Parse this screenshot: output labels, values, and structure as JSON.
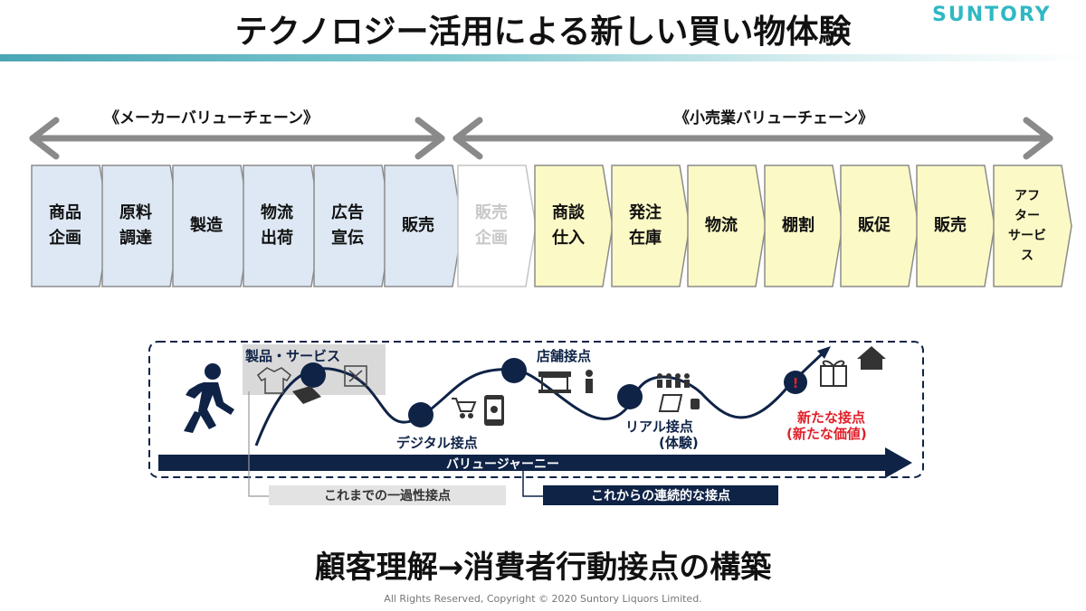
{
  "header": {
    "title": "テクノロジー活用による新しい買い物体験",
    "logo": "SUNTORY"
  },
  "maker_chain": {
    "label": "《メーカーバリューチェーン》",
    "steps": [
      "商品\n企画",
      "原料\n調達",
      "製造",
      "物流\n出荷",
      "広告\n宣伝",
      "販売"
    ]
  },
  "retail_chain": {
    "label": "《小売業バリューチェーン》",
    "steps": [
      "販売\n企画",
      "商談\n仕入",
      "発注\n在庫",
      "物流",
      "棚割",
      "販促",
      "販売",
      "アフ\nター\nサービ\nス"
    ]
  },
  "journey": {
    "product_service": "製品・サービス",
    "store_touchpoint": "店舗接点",
    "digital_touchpoint": "デジタル接点",
    "real_touchpoint": "リアル接点",
    "real_touchpoint_sub": "(体験)",
    "new_touchpoint": "新たな接点",
    "new_touchpoint_sub": "(新たな価値)",
    "value_journey": "バリュージャーニー",
    "past_label": "これまでの一過性接点",
    "future_label": "これからの連続的な接点"
  },
  "bottom_title": "顧客理解→消費者行動接点の構築",
  "copyright": "All Rights Reserved, Copyright © 2020 Suntory Liquors Limited.",
  "colors": {
    "maker_fill": "#dde8f4",
    "retail_fill": "#fbf9c5",
    "navy": "#0f2347",
    "accent_red": "#e0202a",
    "teal": "#4aa6b5"
  }
}
